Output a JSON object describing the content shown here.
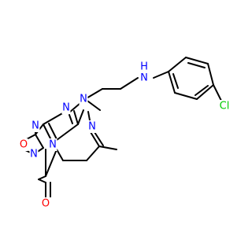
{
  "molecule": {
    "colors": {
      "bond": "#000000",
      "N": "#0000ff",
      "O": "#ff0000",
      "Cl": "#00cc00",
      "H": "#0000ff"
    },
    "atoms": {
      "n_imidazole_top": "N",
      "n_triazine_1": "N",
      "n_triazine_2": "N",
      "n_bridge": "N",
      "n_methyl_9": "N",
      "n_methyl_7": "N",
      "n_amine": "N",
      "h_amine": "H",
      "o_carbonyl_8": "O",
      "o_carbonyl_6": "O",
      "cl_substituent": "Cl"
    }
  }
}
